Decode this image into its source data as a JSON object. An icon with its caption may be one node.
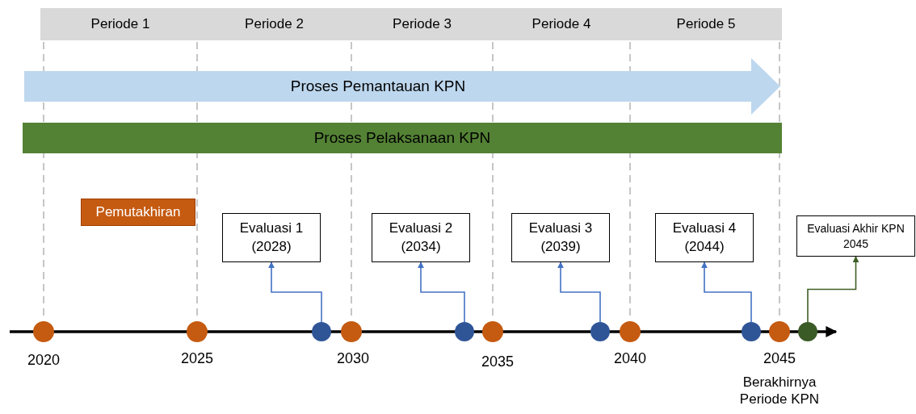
{
  "diagram": {
    "nodes": [
      {
        "text": [
          "Periode 1"
        ]
      },
      {
        "text": [
          "Periode 2"
        ]
      },
      {
        "text": [
          "Periode 3"
        ]
      },
      {
        "text": [
          "Periode 4"
        ]
      },
      {
        "text": [
          "Periode 5"
        ]
      },
      {
        "text": [
          "Proses Pemantauan KPN"
        ]
      },
      {
        "text": [
          "Proses Pelaksanaan KPN"
        ]
      },
      {
        "text": [
          "Pemutakhiran"
        ]
      },
      {
        "text": [
          "Evaluasi 1 (2028)"
        ]
      },
      {
        "text": [
          "Evaluasi 2 (2034)"
        ]
      },
      {
        "text": [
          "Evaluasi 3 (2039)"
        ]
      },
      {
        "text": [
          "Evaluasi 4 (2044)"
        ]
      },
      {
        "text": [
          "Evaluasi Akhir KPN 2045"
        ]
      },
      {
        "text": [],
        "shape": "circle",
        "beside": [
          "2020"
        ]
      },
      {
        "text": [],
        "shape": "circle",
        "beside": [
          "2025"
        ]
      },
      {
        "text": [],
        "shape": "circle"
      },
      {
        "text": [],
        "shape": "circle",
        "beside": [
          "2030"
        ]
      },
      {
        "text": [],
        "shape": "circle"
      },
      {
        "text": [],
        "shape": "circle",
        "beside": [
          "2035"
        ]
      },
      {
        "text": [],
        "shape": "circle"
      },
      {
        "text": [],
        "shape": "circle",
        "beside": [
          "2040"
        ]
      },
      {
        "text": [],
        "shape": "circle"
      },
      {
        "text": [],
        "shape": "circle",
        "beside": [
          "2045",
          "Berakhirnya Periode KPN"
        ]
      },
      {
        "text": [],
        "shape": "circle"
      }
    ],
    "edges": [
      {
        "from": 15,
        "to": 8,
        "arrow": "to"
      },
      {
        "from": 17,
        "to": 9,
        "arrow": "to"
      },
      {
        "from": 19,
        "to": 10,
        "arrow": "to"
      },
      {
        "from": 21,
        "to": 11,
        "arrow": "to"
      },
      {
        "from": 23,
        "to": 12,
        "arrow": "to",
        "color": "#3e5f24"
      }
    ]
  }
}
